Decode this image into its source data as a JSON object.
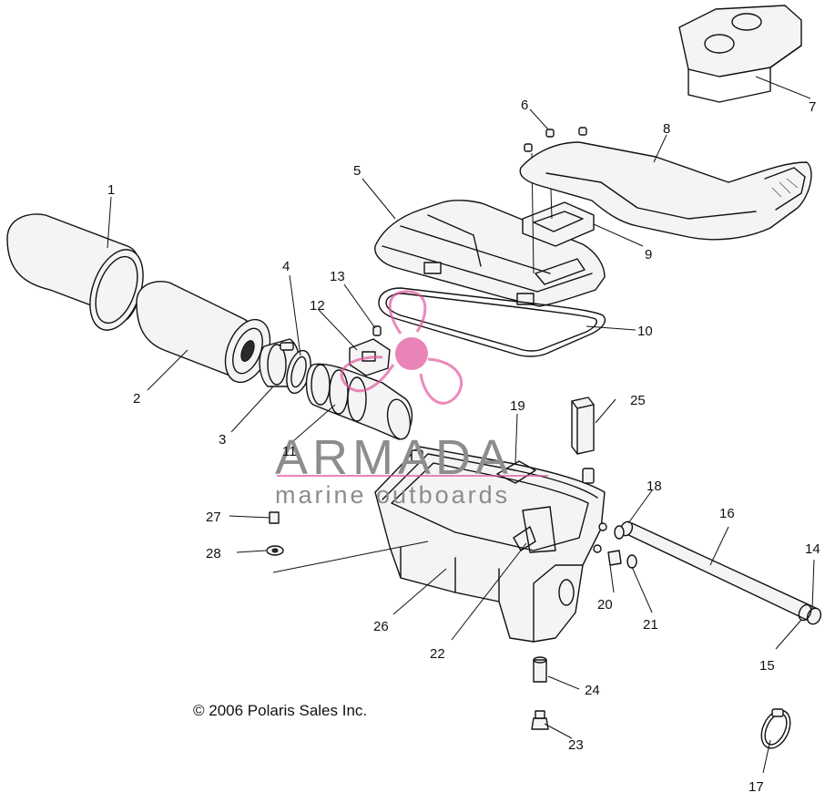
{
  "watermark": {
    "brand": "ARMADA",
    "tagline": "marine outboards",
    "accent_color": "#e0559a"
  },
  "copyright": "© 2006 Polaris Sales Inc.",
  "callouts": [
    "1",
    "2",
    "3",
    "4",
    "5",
    "6",
    "7",
    "8",
    "9",
    "10",
    "11",
    "12",
    "13",
    "14",
    "15",
    "16",
    "17",
    "18",
    "19",
    "20",
    "21",
    "22",
    "23",
    "24",
    "25",
    "26",
    "27",
    "28"
  ]
}
